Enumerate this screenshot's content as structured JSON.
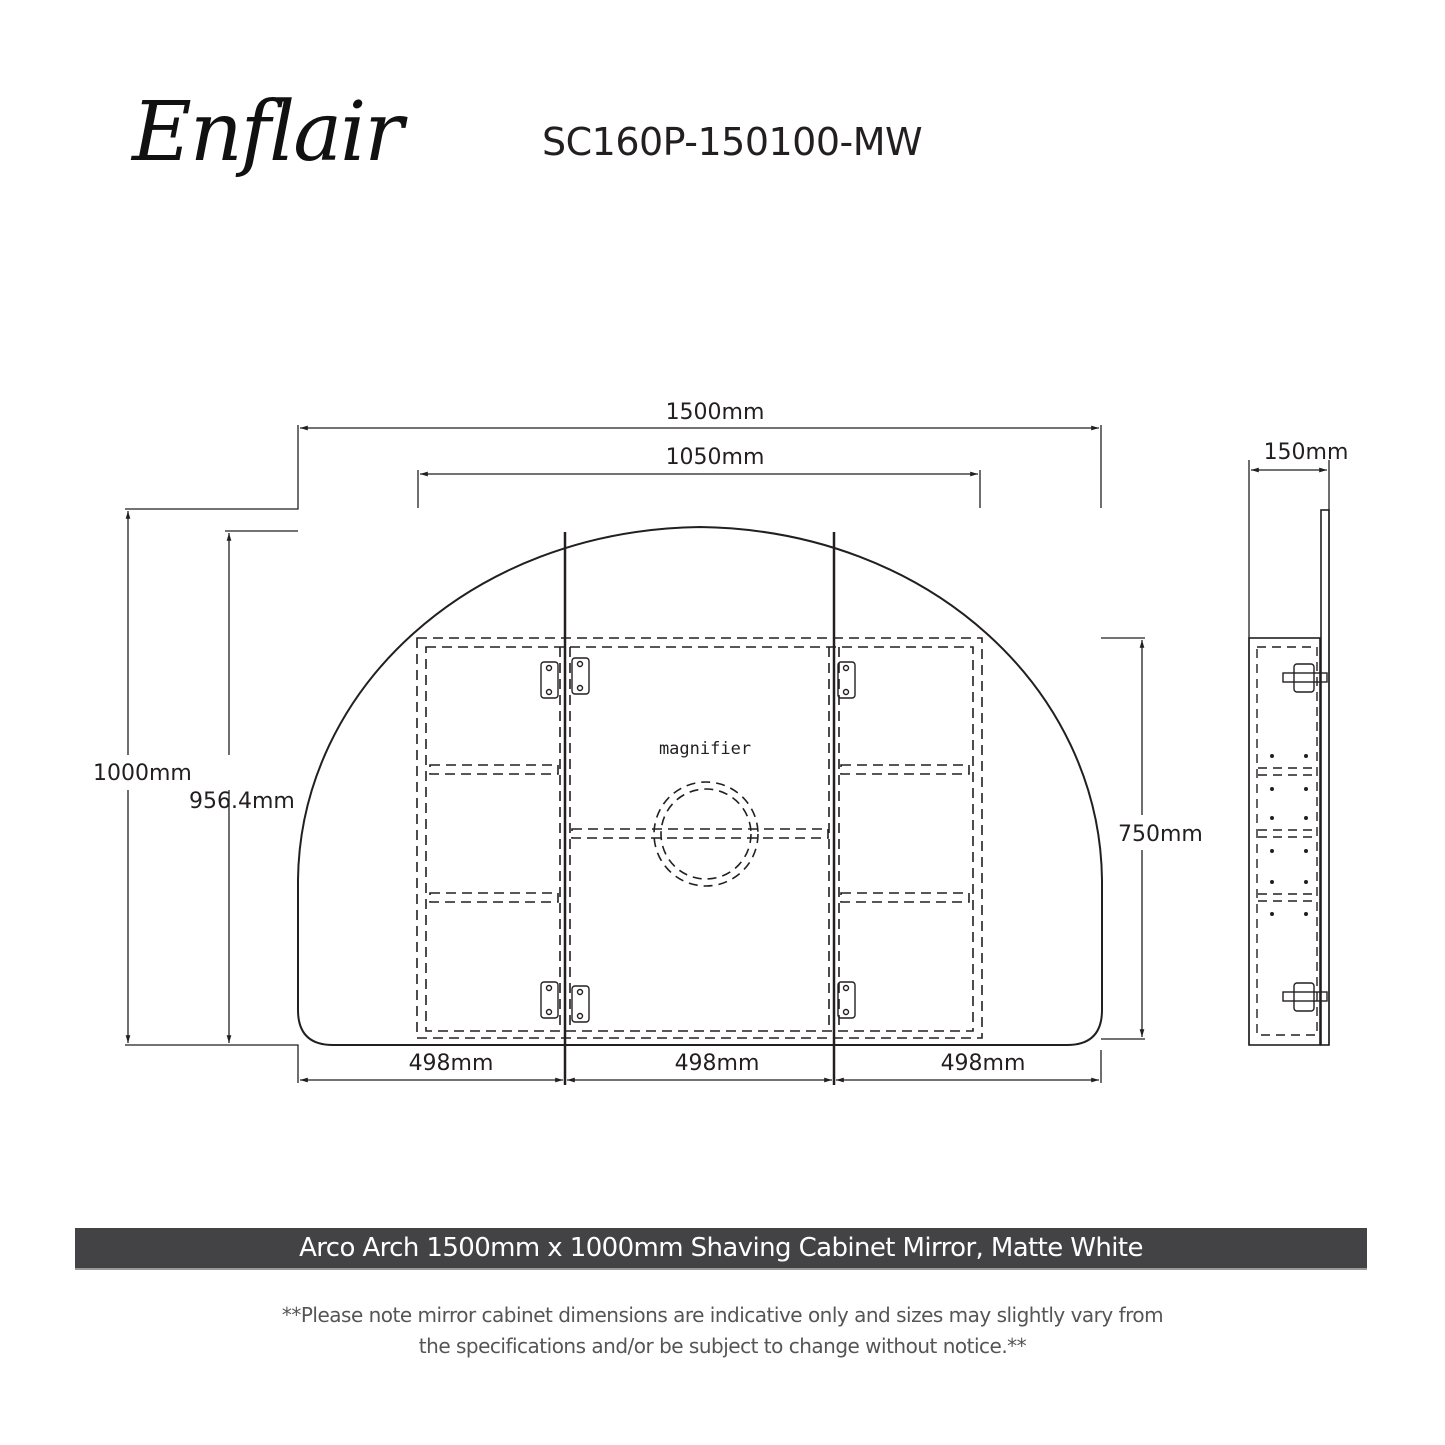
{
  "header": {
    "brand": "Enflair",
    "model_code": "SC160P-150100-MW"
  },
  "front_view": {
    "dimensions": {
      "overall_width": "1500mm",
      "cabinet_width": "1050mm",
      "overall_height": "1000mm",
      "door_height": "956.4mm",
      "cabinet_height": "750mm",
      "door_width_left": "498mm",
      "door_width_center": "498mm",
      "door_width_right": "498mm"
    },
    "labels": {
      "magnifier": "magnifier"
    }
  },
  "side_view": {
    "dimensions": {
      "depth": "150mm"
    }
  },
  "banner": {
    "title": "Arco Arch 1500mm x 1000mm Shaving Cabinet Mirror, Matte White"
  },
  "footer": {
    "note_line1": "**Please note mirror cabinet dimensions are indicative only and sizes may slightly vary from",
    "note_line2": "the specifications and/or be subject to change without notice.**"
  },
  "colors": {
    "line": "#231f20",
    "banner_bg": "#434244",
    "banner_text": "#ffffff",
    "note_text": "#555555"
  }
}
